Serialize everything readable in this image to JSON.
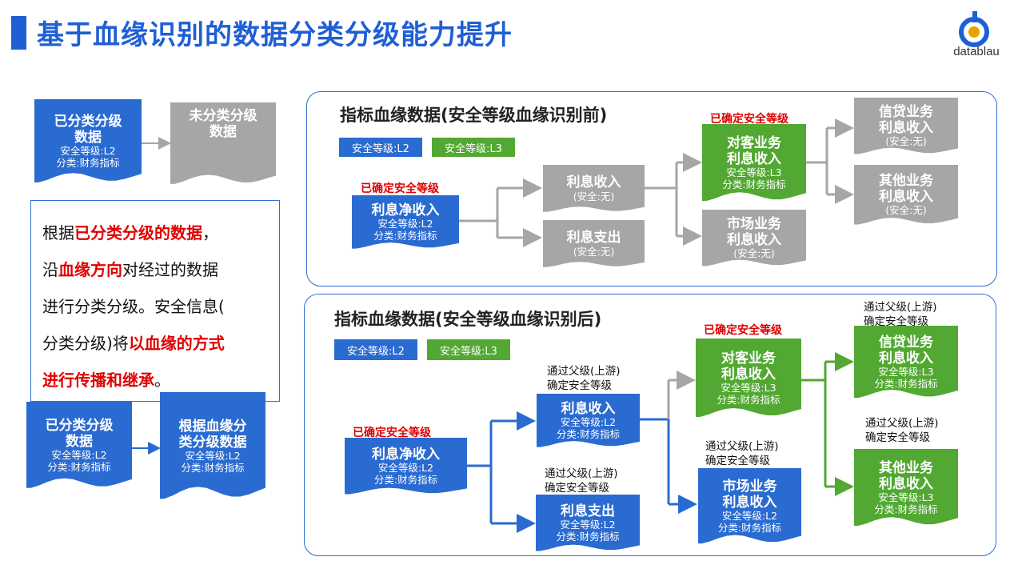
{
  "header": {
    "title": "基于血缘识别的数据分类分级能力提升",
    "logo_text": "datablau",
    "logo_icon": "datablau-logo-icon",
    "accent_color": "#1f5fd6"
  },
  "colors": {
    "blue": "#2a6bd1",
    "green": "#52a832",
    "gray": "#a6a6a6",
    "red": "#e00000"
  },
  "left": {
    "top_doc1": {
      "title1": "已分类分级",
      "title2": "数据",
      "line1": "安全等级:L2",
      "line2": "分类:财务指标"
    },
    "top_doc2": {
      "title1": "未分类分级",
      "title2": "数据"
    },
    "desc": {
      "l1a": "根据",
      "l1b": "已分类分级的数据",
      "l1c": "，",
      "l2a": "沿",
      "l2b": "血缘方向",
      "l2c": "对经过的数据",
      "l3": "进行分类分级。安全信息(",
      "l4a": "分类分级)将",
      "l4b": "以血缘的方式",
      "l5a": "进行传播和继承",
      "l5b": "。"
    },
    "bot_doc1": {
      "title1": "已分类分级",
      "title2": "数据",
      "line1": "安全等级:L2",
      "line2": "分类:财务指标"
    },
    "bot_doc2": {
      "title1": "根据血缘分",
      "title2": "类分级数据",
      "line1": "安全等级:L2",
      "line2": "分类:财务指标"
    }
  },
  "panel_before": {
    "title": "指标血缘数据(安全等级血缘识别前)",
    "legend_l2": "安全等级:L2",
    "legend_l3": "安全等级:L3",
    "confirmed_label1": "已确定安全等级",
    "confirmed_label2": "已确定安全等级",
    "net": {
      "t": "利息净收入",
      "l1": "安全等级:L2",
      "l2": "分类:财务指标"
    },
    "income": {
      "t": "利息收入",
      "l1": "(安全:无)"
    },
    "expense": {
      "t": "利息支出",
      "l1": "(安全:无)"
    },
    "client": {
      "t1": "对客业务",
      "t2": "利息收入",
      "l1": "安全等级:L3",
      "l2": "分类:财务指标"
    },
    "market": {
      "t1": "市场业务",
      "t2": "利息收入",
      "l1": "(安全:无)"
    },
    "credit": {
      "t1": "信贷业务",
      "t2": "利息收入",
      "l1": "(安全:无)"
    },
    "other": {
      "t1": "其他业务",
      "t2": "利息收入",
      "l1": "(安全:无)"
    }
  },
  "panel_after": {
    "title": "指标血缘数据(安全等级血缘识别后)",
    "legend_l2": "安全等级:L2",
    "legend_l3": "安全等级:L3",
    "confirmed_label1": "已确定安全等级",
    "confirmed_label2": "已确定安全等级",
    "inherit_a": "通过父级(上游)",
    "inherit_b": "确定安全等级",
    "net": {
      "t": "利息净收入",
      "l1": "安全等级:L2",
      "l2": "分类:财务指标"
    },
    "income": {
      "t": "利息收入",
      "l1": "安全等级:L2",
      "l2": "分类:财务指标"
    },
    "expense": {
      "t": "利息支出",
      "l1": "安全等级:L2",
      "l2": "分类:财务指标"
    },
    "client": {
      "t1": "对客业务",
      "t2": "利息收入",
      "l1": "安全等级:L3",
      "l2": "分类:财务指标"
    },
    "market": {
      "t1": "市场业务",
      "t2": "利息收入",
      "l1": "安全等级:L2",
      "l2": "分类:财务指标"
    },
    "credit": {
      "t1": "信贷业务",
      "t2": "利息收入",
      "l1": "安全等级:L3",
      "l2": "分类:财务指标"
    },
    "other": {
      "t1": "其他业务",
      "t2": "利息收入",
      "l1": "安全等级:L3",
      "l2": "分类:财务指标"
    }
  }
}
